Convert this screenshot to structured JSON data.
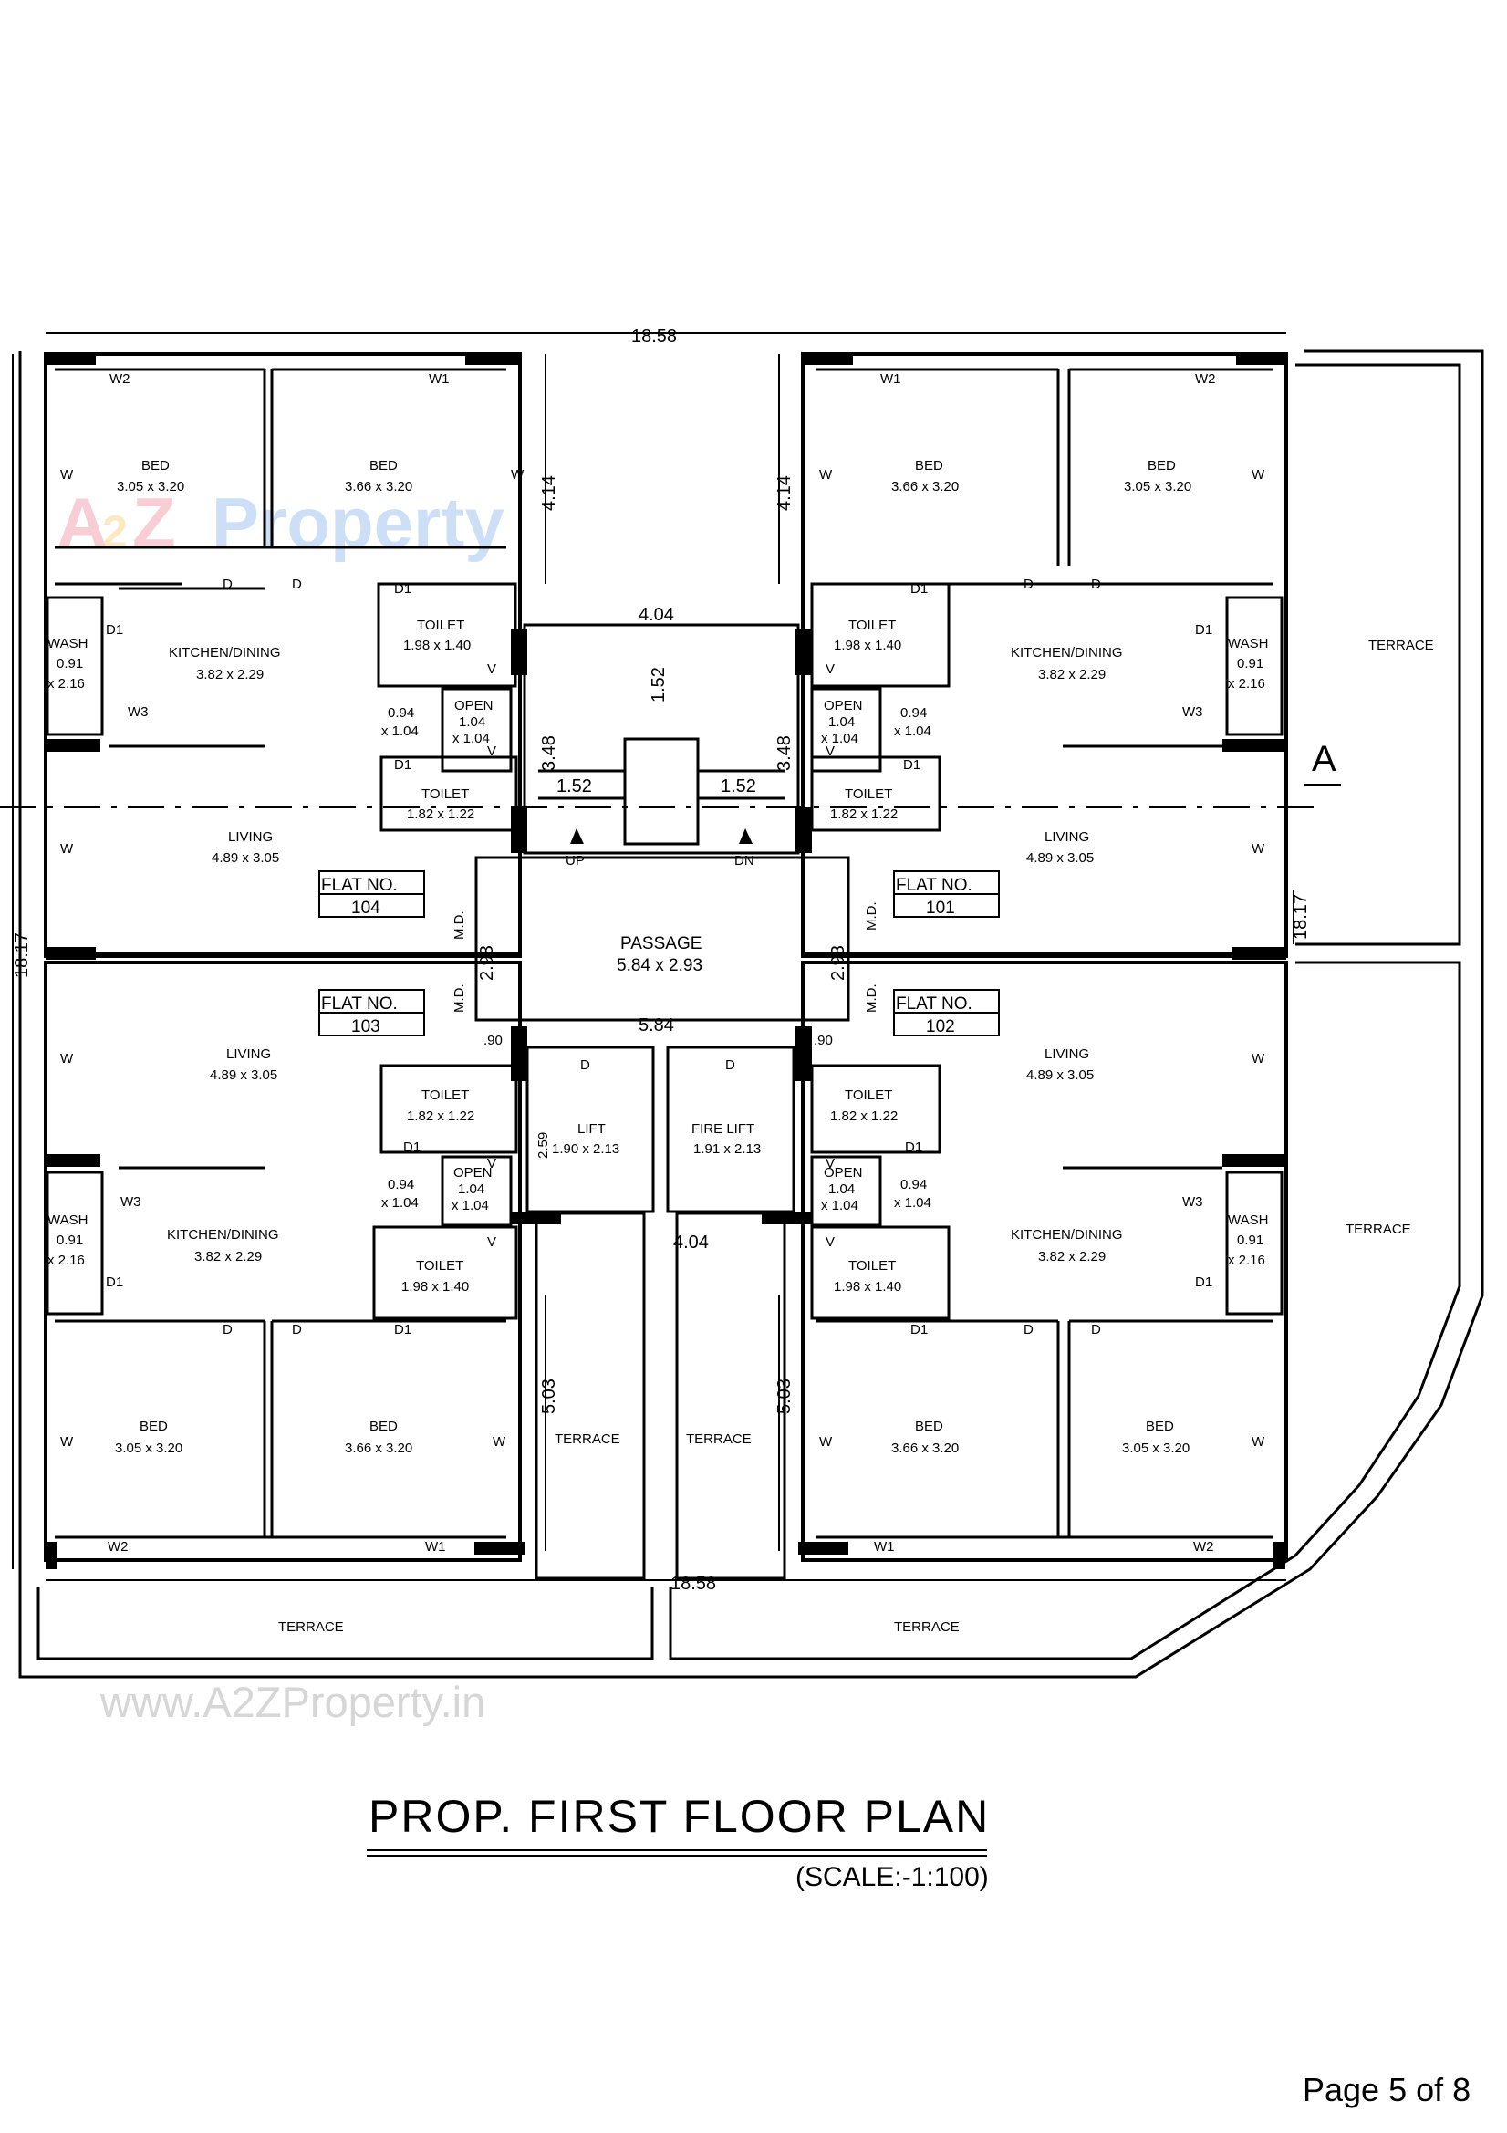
{
  "watermark": {
    "logo_a": "A",
    "logo_2": "2",
    "logo_z": "Z",
    "logo_word": "Property",
    "url": "www.A2ZProperty.in"
  },
  "plan": {
    "title": "PROP. FIRST FLOOR PLAN",
    "scale": "(SCALE:-1:100)",
    "page": "Page 5 of 8",
    "section_marker": "A",
    "overall_width": "18.58",
    "overall_depth": "18.17",
    "core": {
      "stair_width": "4.04",
      "stair_flight": "1.52",
      "landing_left": "1.52",
      "landing_right": "1.52",
      "core_height": "3.48",
      "up": "UP",
      "dn": "DN",
      "passage": "PASSAGE",
      "passage_size": "5.84 x 2.93",
      "passage_width": "5.84",
      "passage_depth": "2.93",
      "md": "M.D.",
      "gap": ".90",
      "lift": "LIFT",
      "lift_size": "1.90 x 2.13",
      "fire_lift": "FIRE LIFT",
      "fire_lift_size": "1.91 x 2.13",
      "lift_depth": "2.59",
      "lower_width": "4.04",
      "wing_upper": "4.14",
      "wing_lower": "5.03"
    },
    "rooms": {
      "bed": "BED",
      "bed_a": "3.05 x 3.20",
      "bed_b": "3.66 x 3.20",
      "kitchen": "KITCHEN/DINING",
      "kitchen_size": "3.82 x 2.29",
      "living": "LIVING",
      "living_size": "4.89 x 3.05",
      "toilet": "TOILET",
      "toilet_a": "1.98 x 1.40",
      "toilet_b": "1.82 x 1.22",
      "wash": "WASH",
      "wash_w": "0.91",
      "wash_h": "x 2.16",
      "open": "OPEN",
      "open_w": "1.04",
      "open_h": "x 1.04",
      "duct_w": "0.94",
      "duct_h": "x 1.04",
      "terrace": "TERRACE"
    },
    "flats": {
      "label": "FLAT NO.",
      "f104": "104",
      "f101": "101",
      "f103": "103",
      "f102": "102"
    },
    "tags": {
      "w": "W",
      "w1": "W1",
      "w2": "W2",
      "w3": "W3",
      "d": "D",
      "d1": "D1",
      "v": "V"
    }
  }
}
